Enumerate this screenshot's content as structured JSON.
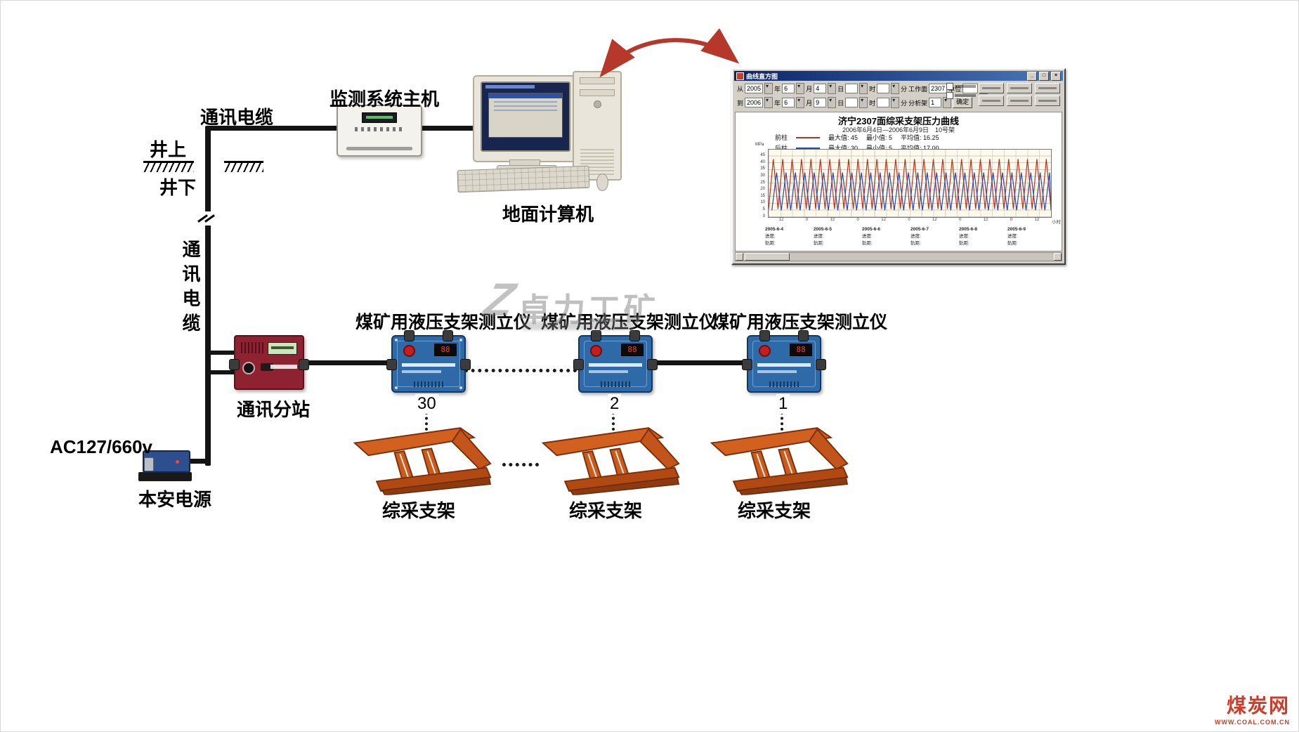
{
  "diagram": {
    "comm_cable_top": "通讯电缆",
    "above_ground": "井上",
    "below_ground": "井下",
    "host_label": "监测系统主机",
    "computer_label": "地面计算机",
    "comm_cable_vertical": "通讯电缆",
    "substation_label": "通讯分站",
    "power_ac": "AC127/660v",
    "power_label": "本安电源",
    "instrument_label": "煤矿用液压支架测立仪",
    "instrument_numbers": [
      "30",
      "2",
      "1"
    ],
    "instrument_display": "88",
    "support_label": "综采支架",
    "watermark": "卓力工矿"
  },
  "software": {
    "window_title": "曲线直方图",
    "toolbar": {
      "from_label": "从",
      "to_label": "到",
      "from_year": "2005",
      "to_year": "2006",
      "from_month": "6",
      "to_month": "6",
      "from_day": "4",
      "to_day": "9",
      "from_hour": "",
      "to_hour": "",
      "from_min": "",
      "to_min": "",
      "year_label": "年",
      "month_label": "月",
      "day_label": "日",
      "hour_label": "时",
      "min_label": "分",
      "workface_label": "工作面",
      "workface_value": "2307",
      "rack_label": "分析架",
      "rack_value": "1",
      "unit_label": "单位",
      "ok_button": "确定"
    },
    "chart": {
      "type": "line",
      "title": "济宁2307面综采支架压力曲线",
      "subtitle": "2006年6月4日—2006年6月9日　10号架",
      "y_unit": "MPa",
      "x_unit": "小时",
      "y_ticks": [
        0,
        5,
        10,
        15,
        20,
        25,
        30,
        35,
        40,
        45
      ],
      "x_hour_ticks": [
        "12",
        "0",
        "12",
        "0",
        "12",
        "0",
        "12",
        "0",
        "12",
        "0",
        "12"
      ],
      "dates": [
        "2005-6-4",
        "2005-6-5",
        "2005-6-6",
        "2005-6-7",
        "2005-6-8",
        "2005-6-9"
      ],
      "progress_label": "进度:",
      "gauge_label": "轨距:",
      "legend": [
        {
          "name": "前柱",
          "color": "#c0301c",
          "stats": [
            "最大值: 45",
            "最小值: 5",
            "平均值: 16.25"
          ]
        },
        {
          "name": "后柱",
          "color": "#2a48b0",
          "stats": [
            "最大值: 30",
            "最小值: 5",
            "平均值: 17.00"
          ]
        }
      ],
      "series": [
        {
          "name": "前柱",
          "color": "#c0301c",
          "min": 6,
          "max": 43,
          "cycles": 30,
          "phase": 0
        },
        {
          "name": "后柱",
          "color": "#2a48b0",
          "min": 5,
          "max": 33,
          "cycles": 30,
          "phase": 0.35
        }
      ]
    }
  },
  "logo": {
    "name": "煤炭网",
    "url": "WWW.COAL.COM.CN"
  }
}
